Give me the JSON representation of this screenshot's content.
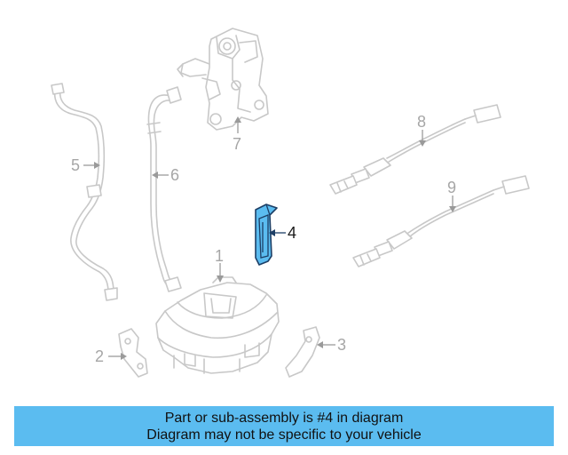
{
  "diagram": {
    "highlight_color": "#5bbcf0",
    "callouts": [
      {
        "id": "1",
        "label": "1",
        "highlighted": false
      },
      {
        "id": "2",
        "label": "2",
        "highlighted": false
      },
      {
        "id": "3",
        "label": "3",
        "highlighted": false
      },
      {
        "id": "4",
        "label": "4",
        "highlighted": true
      },
      {
        "id": "5",
        "label": "5",
        "highlighted": false
      },
      {
        "id": "6",
        "label": "6",
        "highlighted": false
      },
      {
        "id": "7",
        "label": "7",
        "highlighted": false
      },
      {
        "id": "8",
        "label": "8",
        "highlighted": false
      },
      {
        "id": "9",
        "label": "9",
        "highlighted": false
      }
    ]
  },
  "banner": {
    "line1": "Part or sub-assembly is #4 in diagram",
    "line2": "Diagram may not be specific to your vehicle",
    "background": "#5bbcf0"
  }
}
